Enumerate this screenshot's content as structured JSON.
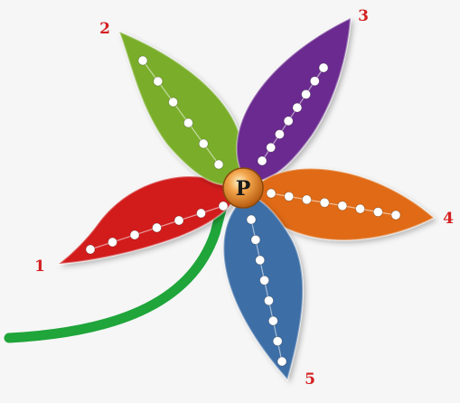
{
  "center": {
    "label": "P",
    "color": "#e98d1f"
  },
  "stem": {
    "color": "#1fa53a"
  },
  "label_color": "#d42020",
  "petals": [
    {
      "number": "1",
      "color": "#d21d1d",
      "dots": 7
    },
    {
      "number": "2",
      "color": "#7aae2c",
      "dots": 6
    },
    {
      "number": "3",
      "color": "#6b2c8f",
      "dots": 8
    },
    {
      "number": "4",
      "color": "#e06a12",
      "dots": 8
    },
    {
      "number": "5",
      "color": "#3d6ea6",
      "dots": 8
    }
  ]
}
